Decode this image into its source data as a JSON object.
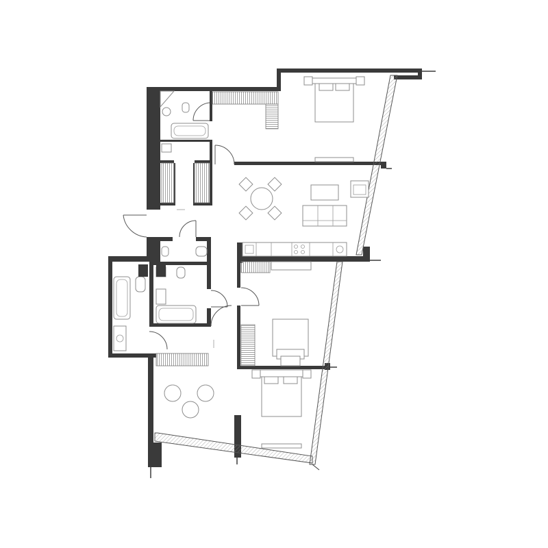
{
  "plan": {
    "wall_color": "#3a3a3a",
    "fixture_color": "#8c8c8c",
    "background": "#ffffff",
    "rooms": [
      "bedroom-1",
      "bathroom-1",
      "living-kitchen",
      "hall",
      "bathroom-2",
      "bathroom-3",
      "bedroom-2",
      "bedroom-3",
      "dining-area"
    ]
  }
}
